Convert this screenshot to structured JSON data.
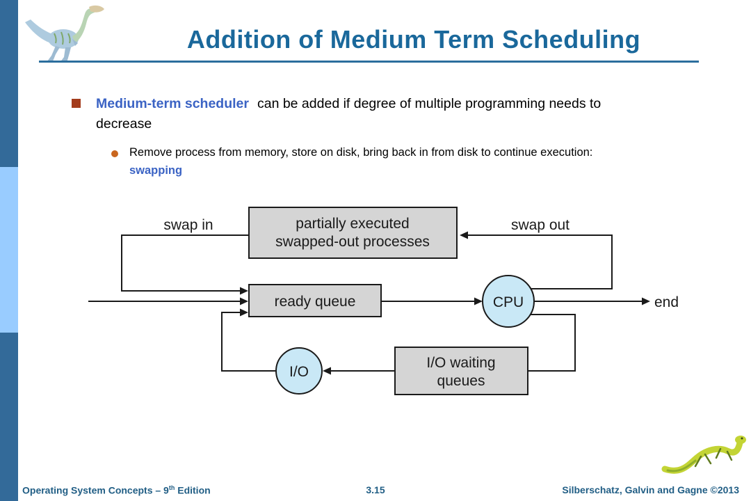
{
  "title": "Addition of Medium Term Scheduling",
  "bullets": {
    "main": {
      "highlight": "Medium-term scheduler",
      "rest": "can be added if degree of multiple programming needs to decrease"
    },
    "sub": {
      "text": "Remove process from memory, store on disk, bring back in from disk to continue execution: ",
      "highlight": "swapping"
    }
  },
  "diagram": {
    "labels": {
      "swap_in": "swap in",
      "swap_out": "swap out",
      "end": "end"
    },
    "boxes": {
      "swapped_line1": "partially executed",
      "swapped_line2": "swapped-out processes",
      "ready": "ready queue",
      "io_wait_line1": "I/O waiting",
      "io_wait_line2": "queues"
    },
    "nodes": {
      "cpu": "CPU",
      "io": "I/O"
    }
  },
  "footer": {
    "left_prefix": "Operating System Concepts – 9",
    "left_sup": "th",
    "left_suffix": " Edition",
    "page": "3.15",
    "right": "Silberschatz, Galvin and Gagne ©2013"
  },
  "colors": {
    "title_blue": "#1A689B",
    "accent_text_blue": "#3B63C4",
    "bullet_square_rust": "#A33C1C",
    "bullet_dot_orange": "#C9661F",
    "sidebar_dark_blue": "#336A99",
    "sidebar_light_blue": "#99CCFF",
    "footer_blue": "#215E85",
    "box_gray": "#D5D5D5",
    "node_light_blue": "#C9E8F6",
    "line_black": "#1A1A1A"
  }
}
